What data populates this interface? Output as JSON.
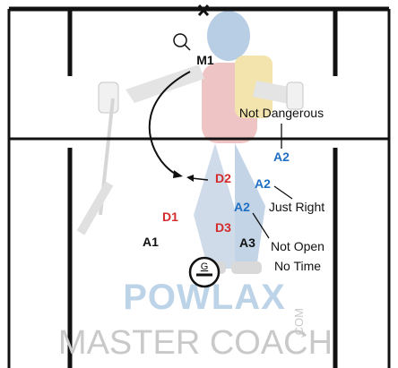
{
  "players": {
    "m1": "M1",
    "d2": "D2",
    "d1": "D1",
    "d3": "D3",
    "a1": "A1",
    "a3": "A3",
    "a2_top": "A2",
    "a2_mid": "A2",
    "a2_low": "A2"
  },
  "ball_marker": "Q",
  "goalie": "G",
  "annotations": {
    "not_dangerous": "Not Dangerous",
    "just_right": "Just Right",
    "not_open": "Not Open",
    "no_time": "No Time"
  },
  "watermark": {
    "line1": "POWLAX",
    "line2": "MASTER COACH",
    "suffix": ".COM"
  },
  "colors": {
    "attack": "#111111",
    "defense": "#d42a2a",
    "highlight_attack": "#1f6fc4",
    "lines": "#111111",
    "watermark_blue": "#bcd3e8",
    "watermark_gray": "#c9c9c9"
  }
}
